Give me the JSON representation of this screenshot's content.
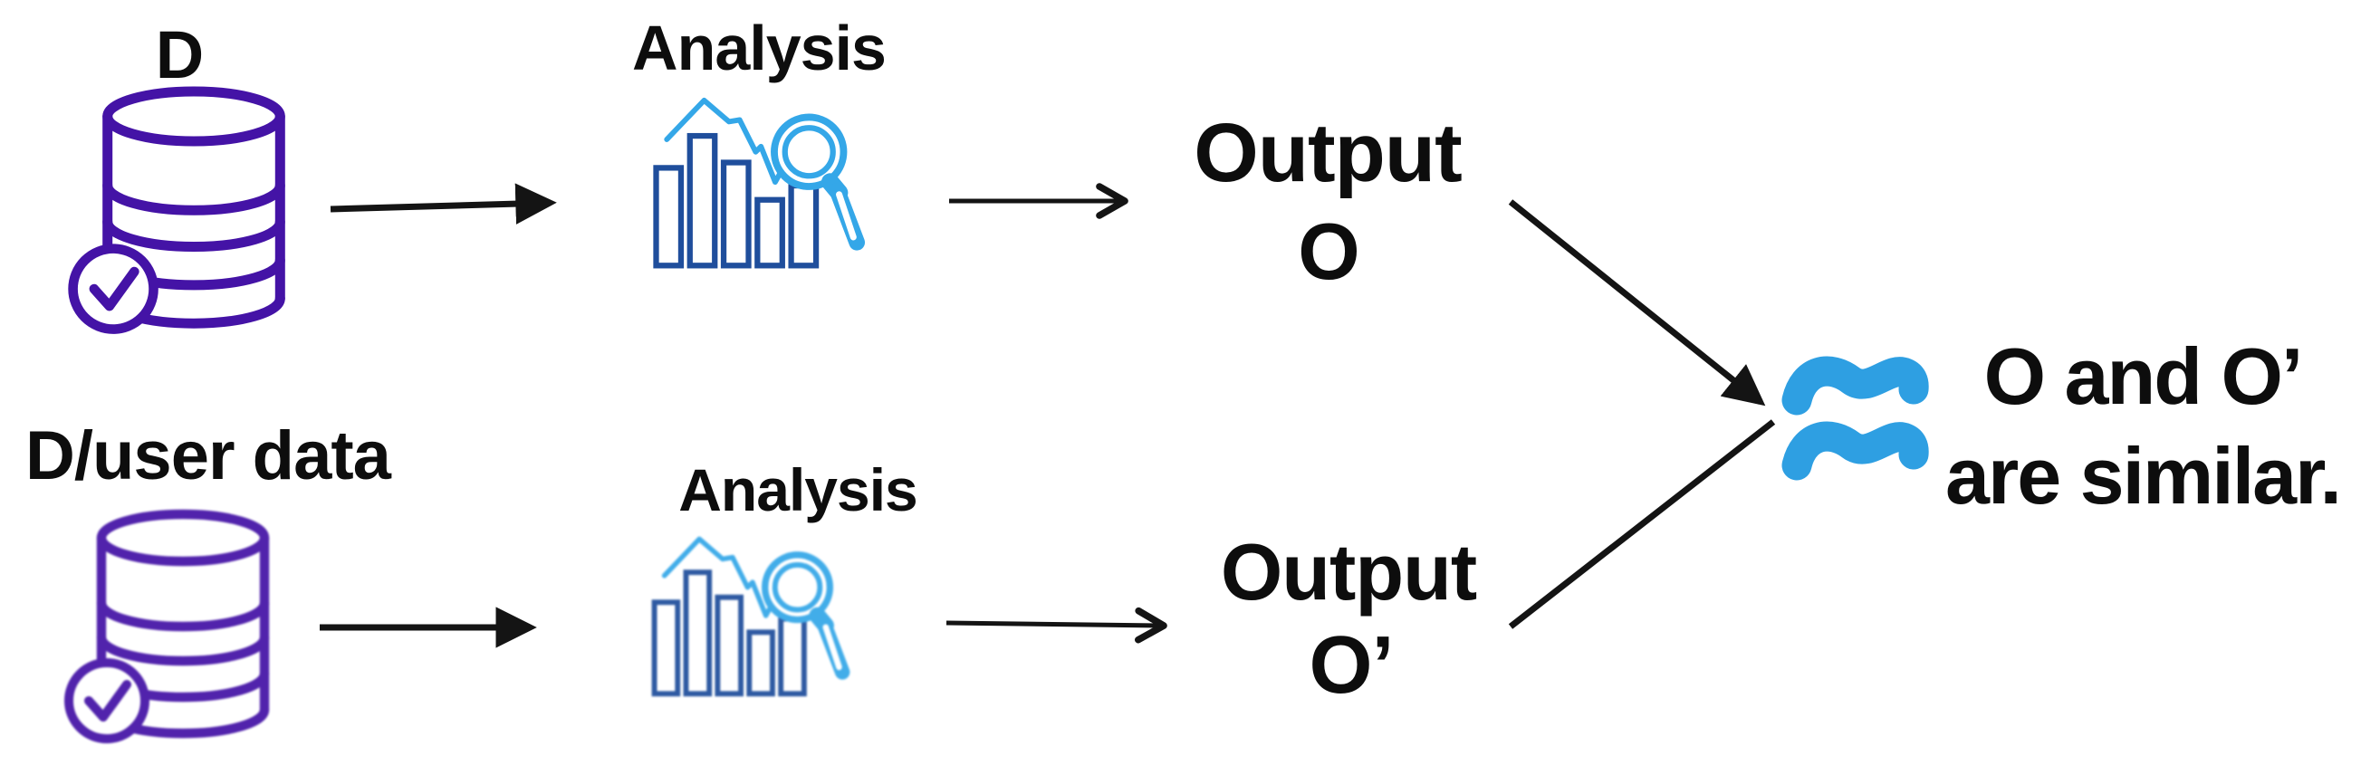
{
  "colors": {
    "database_purple": "#4413A6",
    "bar_navy": "#1F4E9C",
    "light_blue": "#34A7E8",
    "approx_blue": "#2E9FE2",
    "arrow_black": "#141414",
    "text_black": "#0D0D0D",
    "background": "#FFFFFF"
  },
  "top_branch": {
    "database_label": "D",
    "analysis_label": "Analysis",
    "output_word": "Output",
    "output_symbol": "O"
  },
  "bottom_branch": {
    "database_label": "D/user data",
    "analysis_label": "Analysis",
    "output_word": "Output",
    "output_symbol": "O’"
  },
  "conclusion": {
    "approx_symbol": "≈",
    "line1": "O and O’",
    "line2": "are similar."
  },
  "icons": {
    "database": "database-checkmark-icon",
    "analysis": "bar-chart-magnifier-icon",
    "approx": "approx-equal-icon"
  }
}
